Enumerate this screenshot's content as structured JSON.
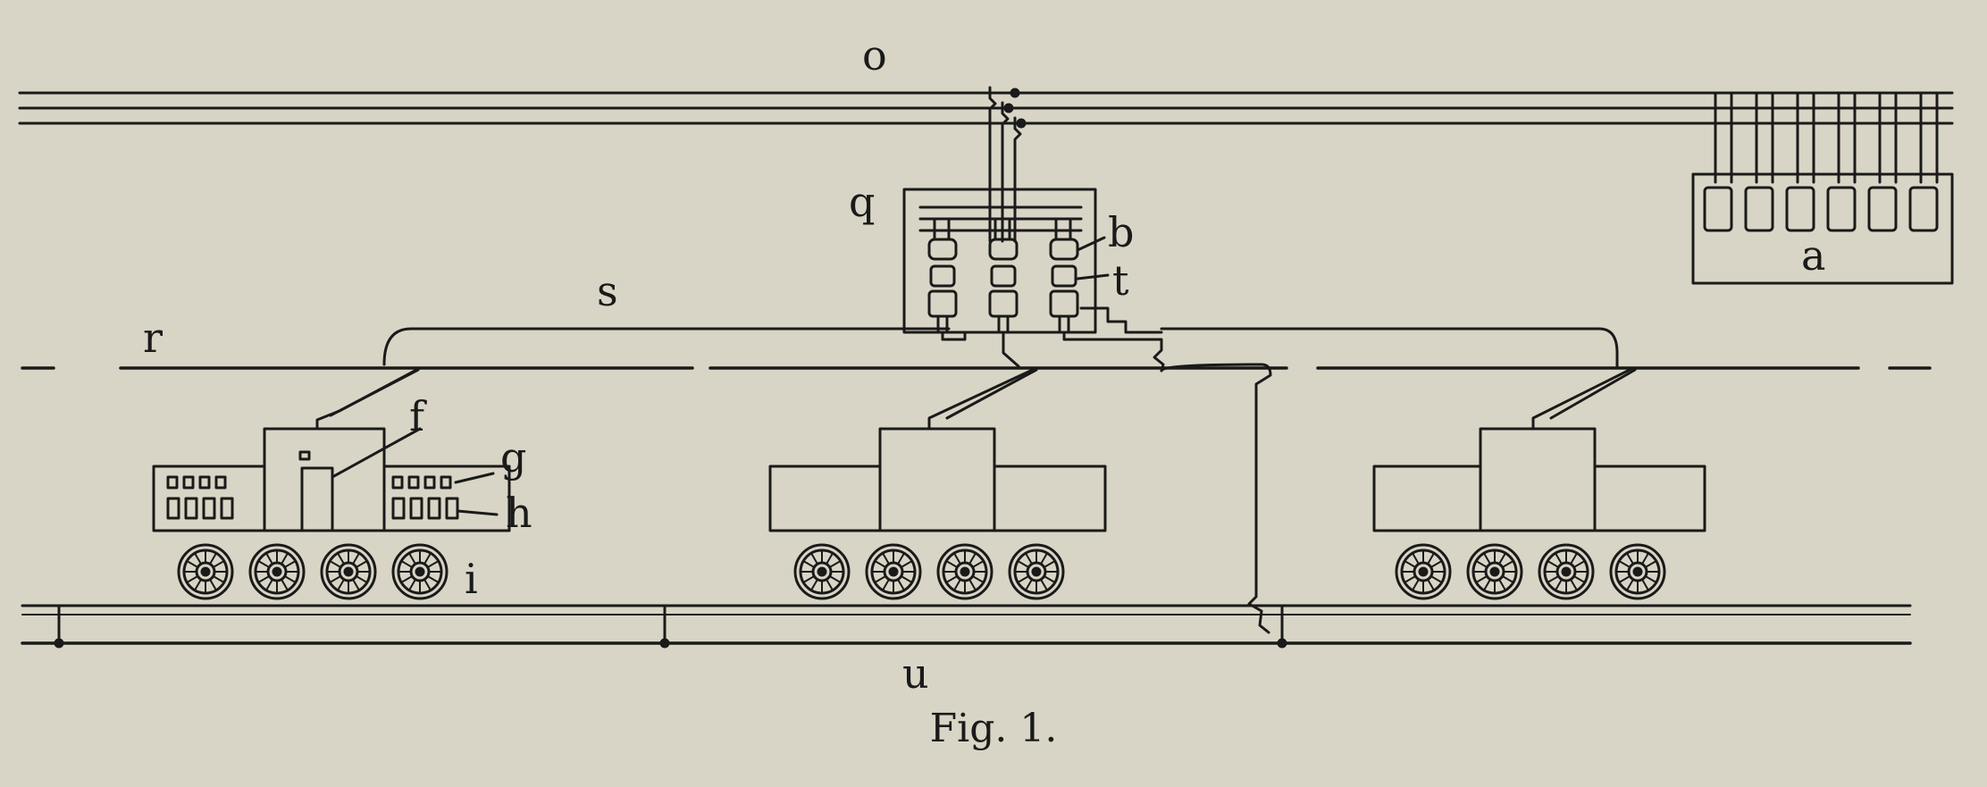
{
  "labels": {
    "o": "o",
    "q": "q",
    "b": "b",
    "t": "t",
    "s": "s",
    "r": "r",
    "a": "a",
    "f": "f",
    "g": "g",
    "h": "h",
    "i": "i",
    "u": "u"
  },
  "caption": "Fig. 1.",
  "colors": {
    "ink": "#1a1a1a",
    "paper": "#d9d5c6"
  }
}
